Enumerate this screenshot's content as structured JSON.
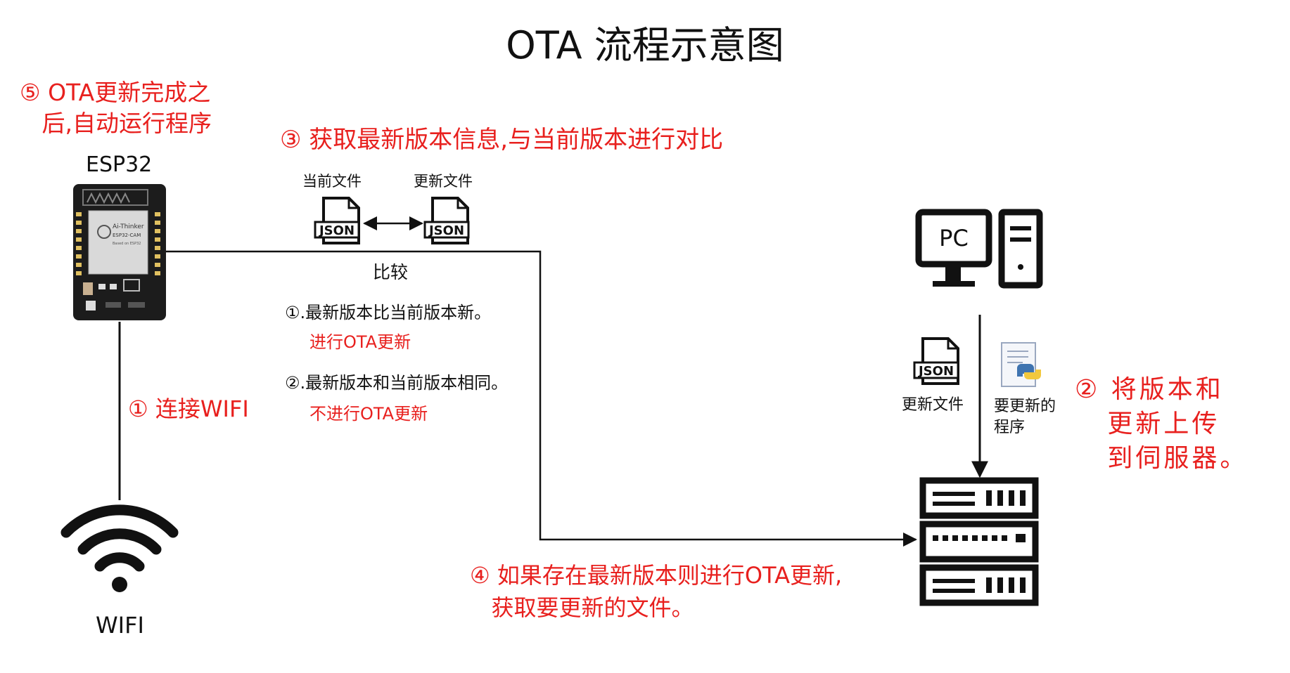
{
  "title": "OTA 流程示意图",
  "esp": {
    "label": "ESP32"
  },
  "steps": {
    "step5": [
      "⑤ OTA更新完成之",
      "   后,自动运行程序"
    ],
    "step3": "③ 获取最新版本信息,与当前版本进行对比",
    "step1": "① 连接WIFI",
    "step2": [
      "② 将版本和",
      "   更新上传",
      "   到伺服器。"
    ],
    "step4": [
      "④ 如果存在最新版本则进行OTA更新,",
      "   获取要更新的文件。"
    ]
  },
  "compare": {
    "current_file": "当前文件",
    "new_file": "更新文件",
    "label": "比较",
    "case1": "①.最新版本比当前版本新。",
    "case1_sub": "进行OTA更新",
    "case2": "②.最新版本和当前版本相同。",
    "case2_sub": "不进行OTA更新"
  },
  "wifi": {
    "label": "WIFI"
  },
  "pc": {
    "screen_text": "PC"
  },
  "server_files": {
    "json_label": "更新文件",
    "program_label": [
      "要更新的",
      "程序"
    ]
  },
  "icons": {
    "json_text": "JSON",
    "chip_brand": "Ai-Thinker",
    "chip_model": "ESP32-CAM",
    "chip_small": "Based on ESP32"
  },
  "colors": {
    "accent_red": "#e8201e",
    "line": "#111111"
  }
}
